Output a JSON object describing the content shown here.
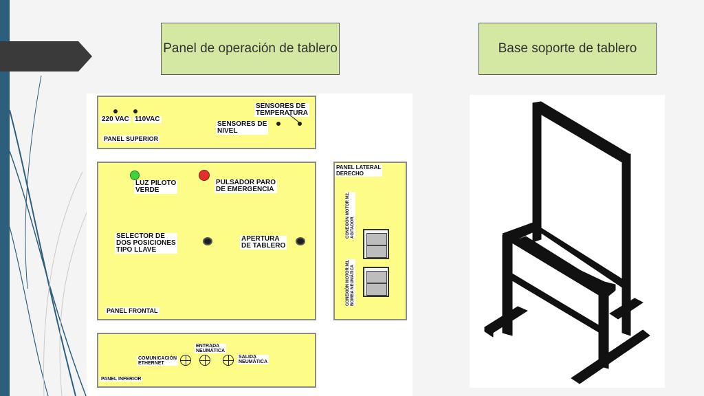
{
  "callouts": {
    "operation_panel": "Panel de operación de tablero",
    "support_base": "Base soporte de tablero"
  },
  "panel_superior": {
    "title": "PANEL SUPERIOR",
    "voltage_220": "220 VAC",
    "voltage_110": "110VAC",
    "temp_sensors": "SENSORES DE\nTEMPERATURA",
    "level_sensors": "SENSORES DE\nNIVEL"
  },
  "panel_frontal": {
    "title": "PANEL FRONTAL",
    "pilot_light": "LUZ PILOTO\nVERDE",
    "emergency_button": "PULSADOR PARO\nDE EMERGENCIA",
    "key_selector": "SELECTOR DE\nDOS POSICIONES\nTIPO LLAVE",
    "panel_opening": "APERTURA\nDE TABLERO"
  },
  "panel_lateral": {
    "title": "PANEL LATERAL\nDERECHO",
    "motor_agitator": "CONEXIÓN MOTOR M2.\nAGITADOR",
    "motor_pump": "CONEXIÓN MOTOR M1.\nBOMBA NEUMÁTICA"
  },
  "panel_inferior": {
    "title": "PANEL INFERIOR",
    "ethernet": "COMUNICACIÓN\nETHERNET",
    "pneumatic_in": "ENTRADA\nNEUMÁTICA",
    "pneumatic_out": "SALIDA\nNEUMÁTICA"
  },
  "colors": {
    "panel_fill": "#fcfc86",
    "callout_fill": "#d4e8a4",
    "accent_bar": "#2d5f7c",
    "pilot_light": "#3ed43e",
    "emergency_red": "#e4302a"
  }
}
